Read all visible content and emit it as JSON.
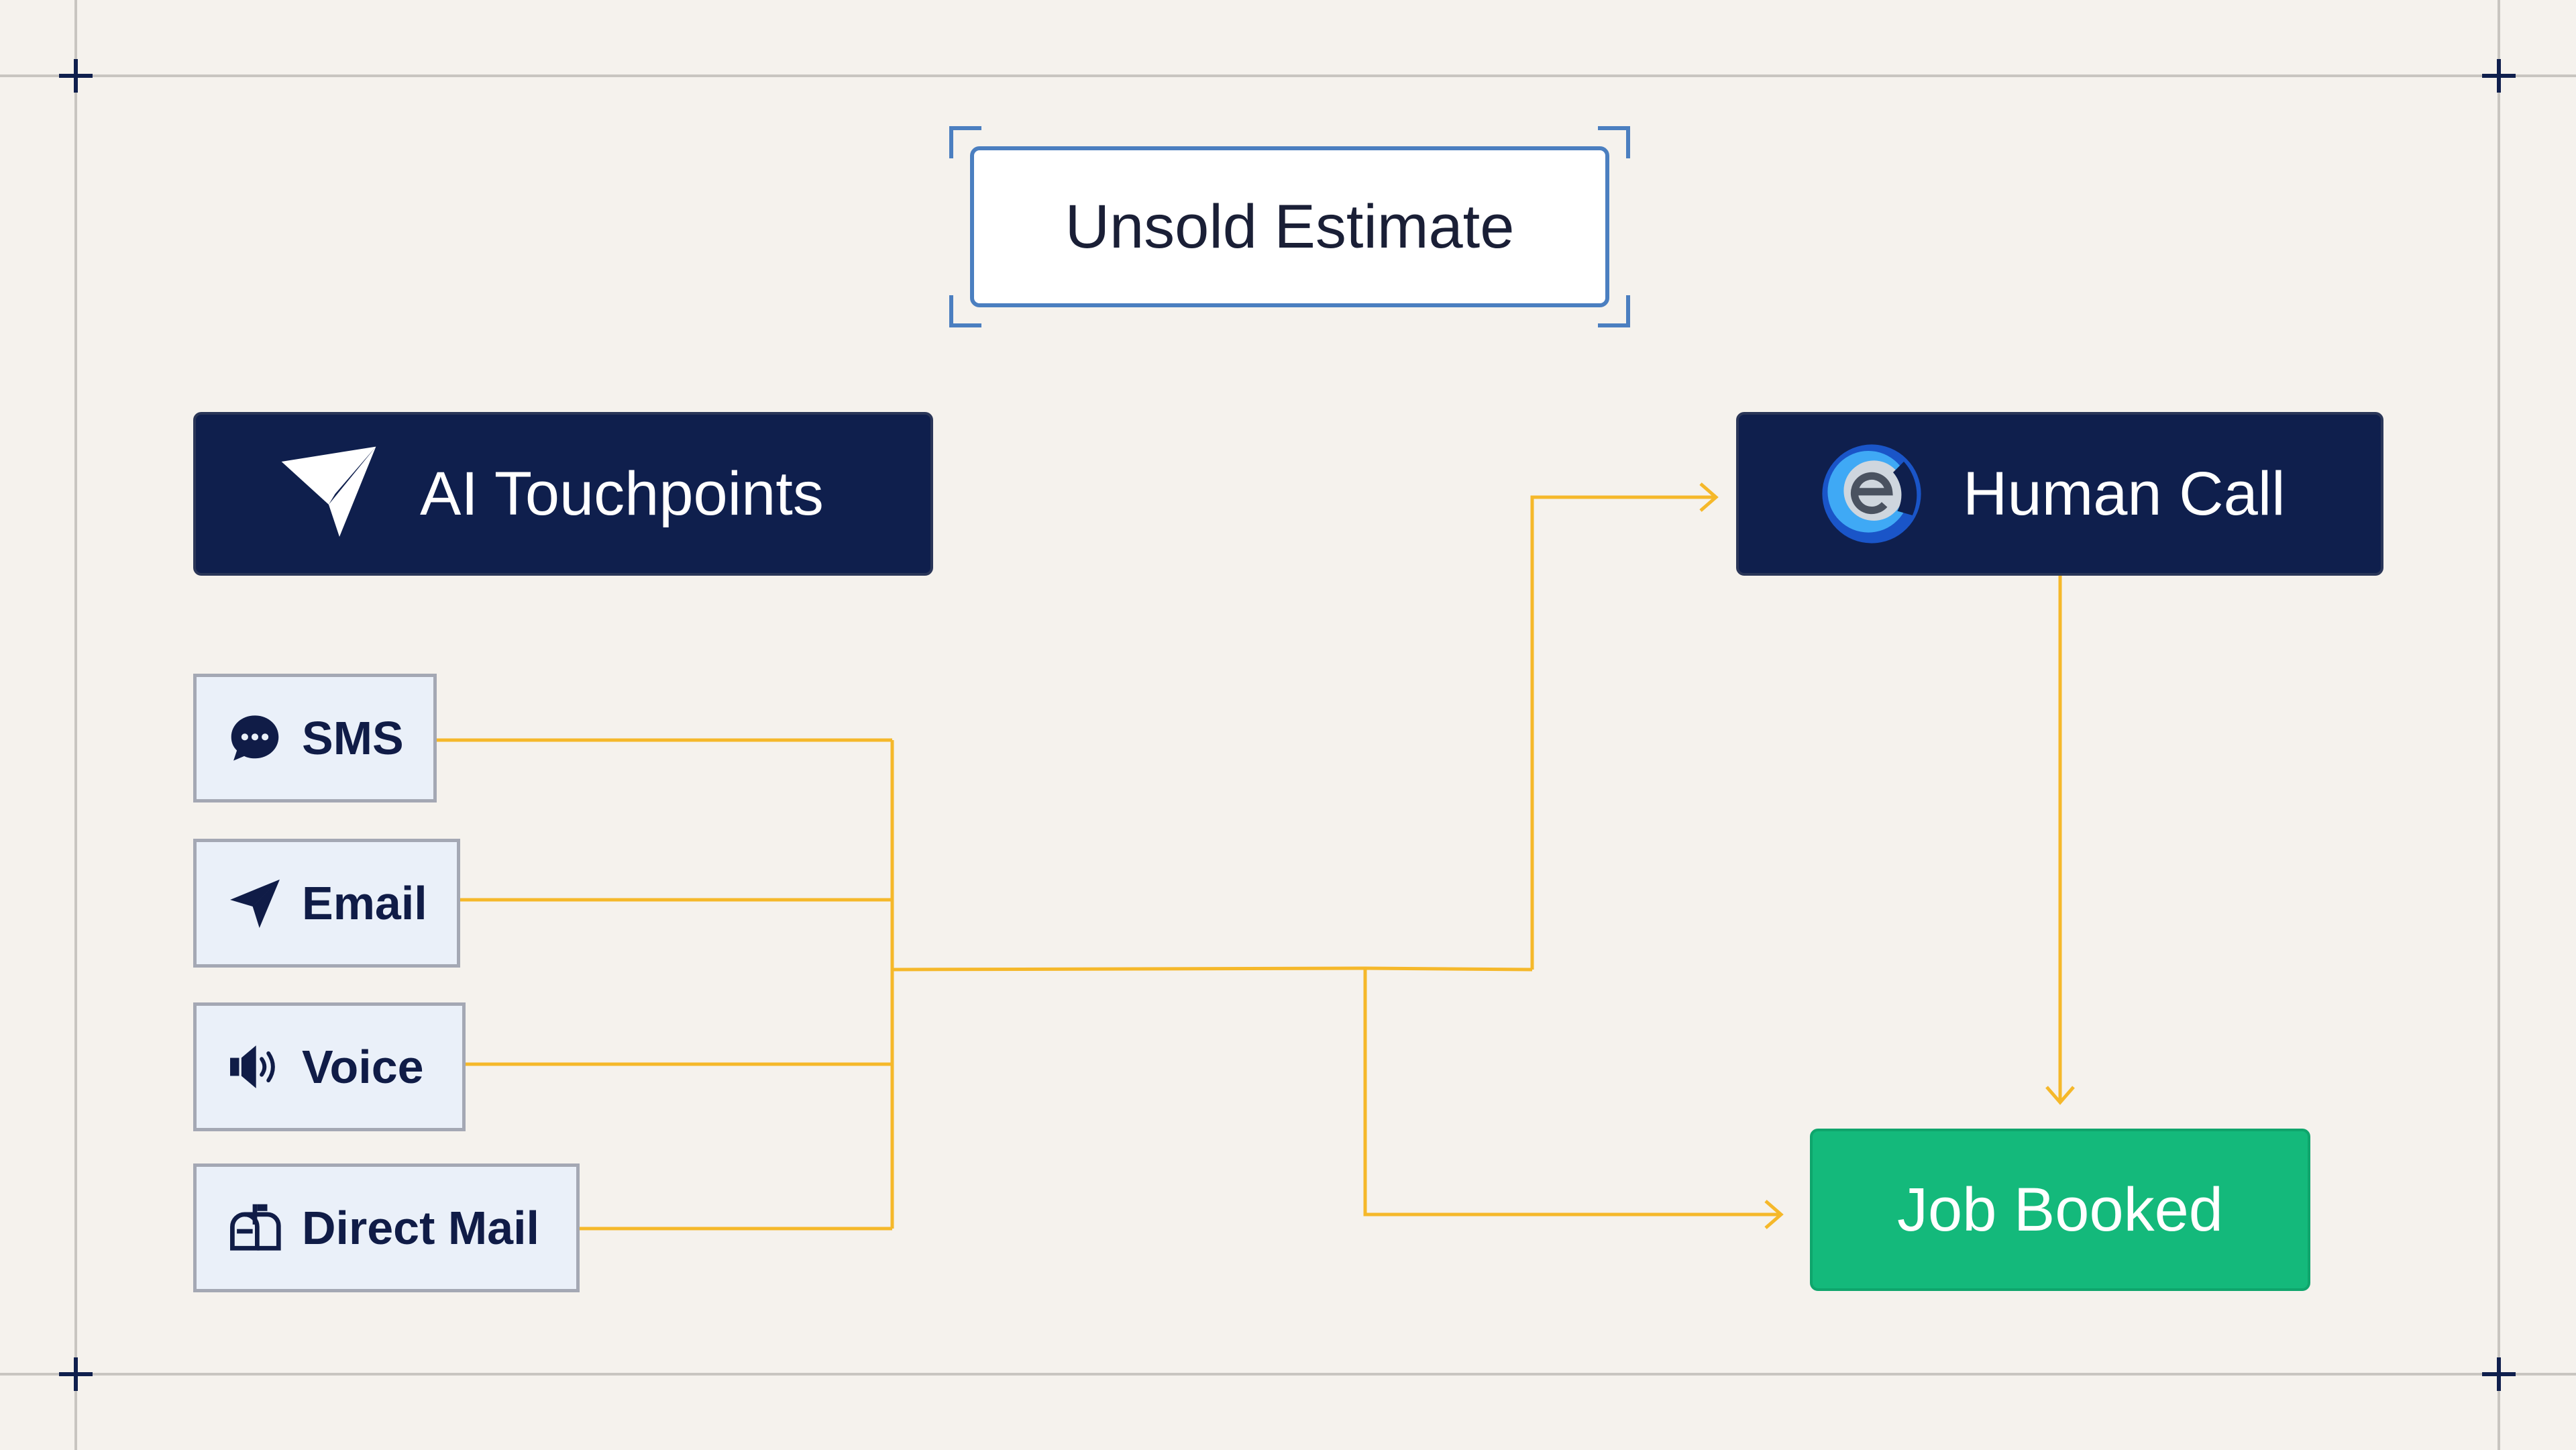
{
  "diagram": {
    "start": {
      "label": "Unsold Estimate"
    },
    "ai_touchpoints": {
      "label": "AI Touchpoints",
      "icon": "paper-plane-logo-icon"
    },
    "human_call": {
      "label": "Human Call",
      "icon": "globe-logo-icon"
    },
    "touchpoints": [
      {
        "label": "SMS",
        "icon": "chat-bubble-icon"
      },
      {
        "label": "Email",
        "icon": "send-icon"
      },
      {
        "label": "Voice",
        "icon": "speaker-icon"
      },
      {
        "label": "Direct Mail",
        "icon": "mailbox-icon"
      }
    ],
    "outcome": {
      "label": "Job Booked"
    }
  },
  "colors": {
    "background": "#f5f2ed",
    "dark_header": "#0f1f4d",
    "touchpoint_fill": "#eaf0f9",
    "connector": "#f5b82a",
    "booked": "#14b97b",
    "estimate_border": "#4b7fc0",
    "guides": "#c8c5c0",
    "crosshair": "#0f1f4d"
  }
}
